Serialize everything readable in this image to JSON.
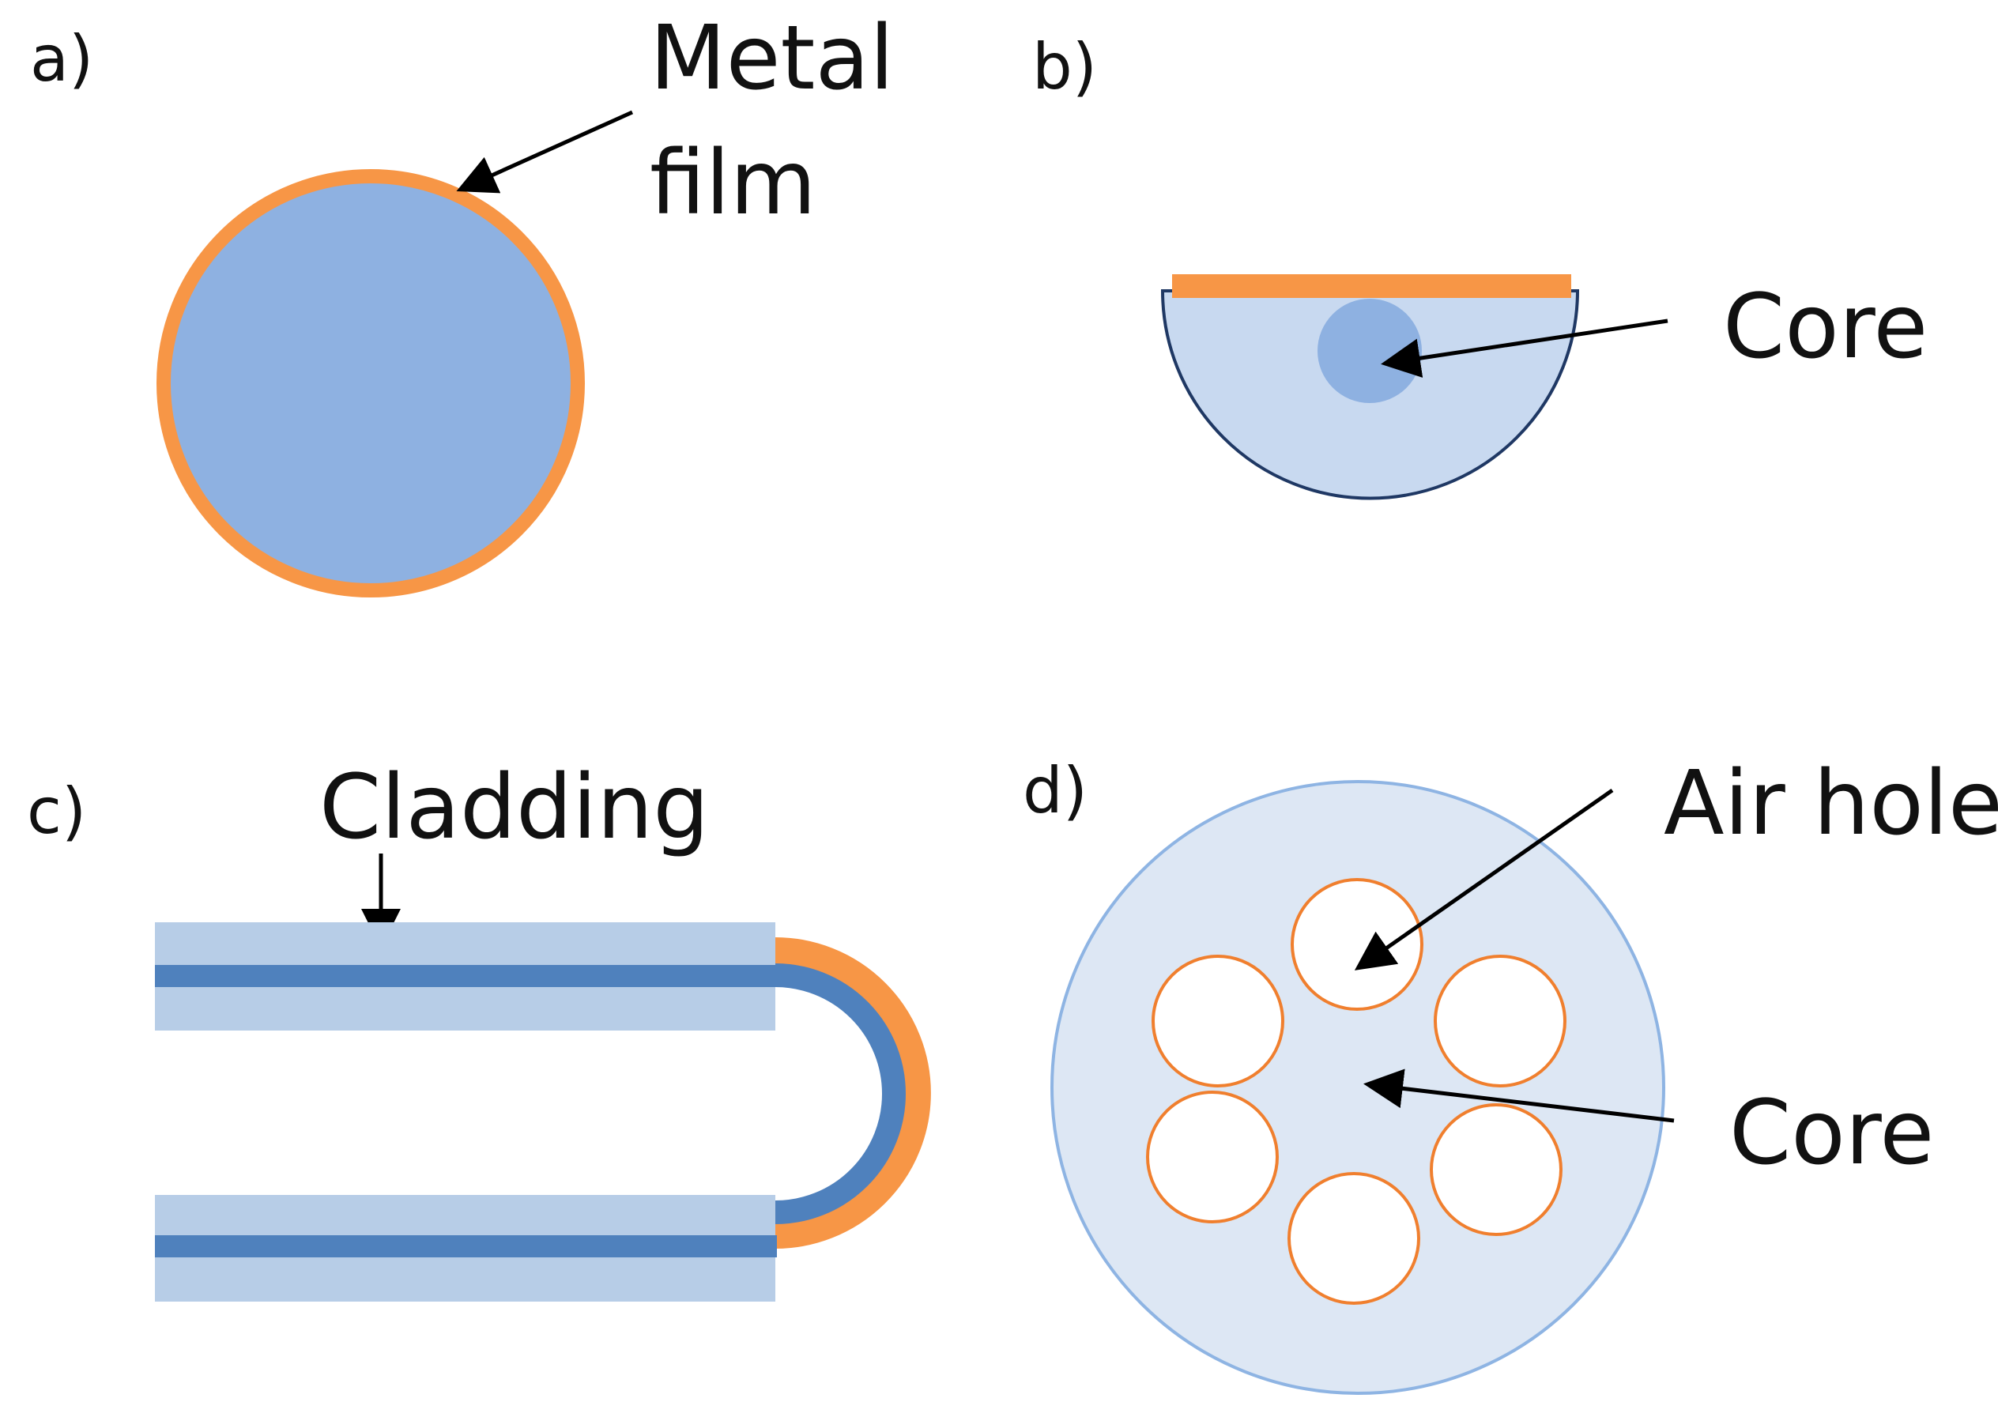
{
  "panels": {
    "a": {
      "label": "a)",
      "callout_line1": "Metal",
      "callout_line2": "film"
    },
    "b": {
      "label": "b)",
      "callout": "Core"
    },
    "c": {
      "label": "c)",
      "callout": "Cladding"
    },
    "d": {
      "label": "d)",
      "callout_air": "Air hole",
      "callout_core": "Core"
    }
  },
  "colors": {
    "metal": "#F79646",
    "fiber_fill": "#8EB1E1",
    "d_fiber_fill": "#C8D9F0",
    "core_dark": "#8EB1E1",
    "cladding_light": "#B7CDE7",
    "core_line": "#4F81BD",
    "pcf_fill": "#DDE7F4",
    "pcf_edge": "#8EB4E3",
    "outline_dark": "#1F3864",
    "arrow": "#000000"
  }
}
